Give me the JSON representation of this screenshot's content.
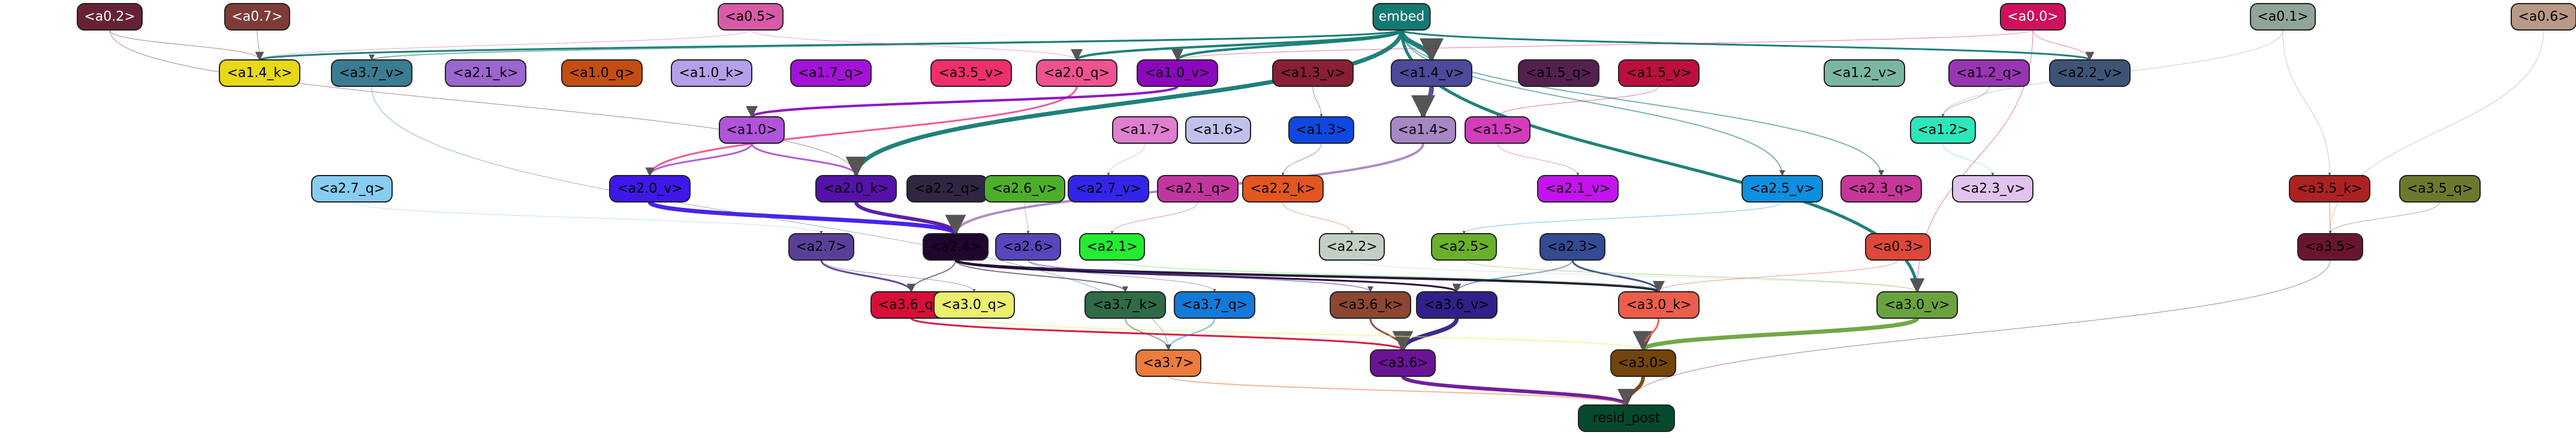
{
  "graph": {
    "nodes": [
      {
        "id": "embed",
        "label": "embed",
        "color": "#137a73",
        "text": "#ffffff"
      },
      {
        "id": "a0.2",
        "label": "<a0.2>",
        "color": "#662235",
        "text": "#ffffff"
      },
      {
        "id": "a0.7",
        "label": "<a0.7>",
        "color": "#7e3c38",
        "text": "#ffffff"
      },
      {
        "id": "a0.5",
        "label": "<a0.5>",
        "color": "#d95aa7",
        "text": "#000000"
      },
      {
        "id": "a0.0",
        "label": "<a0.0>",
        "color": "#d0105e",
        "text": "#ffffff"
      },
      {
        "id": "a0.1",
        "label": "<a0.1>",
        "color": "#8fa59a",
        "text": "#000000"
      },
      {
        "id": "a0.6",
        "label": "<a0.6>",
        "color": "#b99985",
        "text": "#000000"
      },
      {
        "id": "a1.4_k",
        "label": "<a1.4_k>",
        "color": "#e7d918",
        "text": "#000000"
      },
      {
        "id": "a3.7_v",
        "label": "<a3.7_v>",
        "color": "#3a7c91",
        "text": "#000000"
      },
      {
        "id": "a2.1_k",
        "label": "<a2.1_k>",
        "color": "#9b66ce",
        "text": "#000000"
      },
      {
        "id": "a1.0_q",
        "label": "<a1.0_q>",
        "color": "#c44e12",
        "text": "#000000"
      },
      {
        "id": "a1.0_k",
        "label": "<a1.0_k>",
        "color": "#b3a0e9",
        "text": "#000000"
      },
      {
        "id": "a1.7_q",
        "label": "<a1.7_q>",
        "color": "#a512d7",
        "text": "#000000"
      },
      {
        "id": "a3.5_v",
        "label": "<a3.5_v>",
        "color": "#ef2e6c",
        "text": "#000000"
      },
      {
        "id": "a2.0_q",
        "label": "<a2.0_q>",
        "color": "#ef5291",
        "text": "#000000"
      },
      {
        "id": "a1.0_v",
        "label": "<a1.0_v>",
        "color": "#8c08bc",
        "text": "#000000"
      },
      {
        "id": "a1.3_v",
        "label": "<a1.3_v>",
        "color": "#881f34",
        "text": "#000000"
      },
      {
        "id": "a1.4_v",
        "label": "<a1.4_v>",
        "color": "#4c4a9a",
        "text": "#000000"
      },
      {
        "id": "a1.5_q",
        "label": "<a1.5_q>",
        "color": "#53204f",
        "text": "#000000"
      },
      {
        "id": "a1.5_v",
        "label": "<a1.5_v>",
        "color": "#bc0f3e",
        "text": "#000000"
      },
      {
        "id": "a1.2_v",
        "label": "<a1.2_v>",
        "color": "#7ab7a2",
        "text": "#000000"
      },
      {
        "id": "a1.2_q",
        "label": "<a1.2_q>",
        "color": "#9935b3",
        "text": "#000000"
      },
      {
        "id": "a2.2_v",
        "label": "<a2.2_v>",
        "color": "#3d5476",
        "text": "#000000"
      },
      {
        "id": "a1.0",
        "label": "<a1.0>",
        "color": "#b054d9",
        "text": "#000000"
      },
      {
        "id": "a1.7",
        "label": "<a1.7>",
        "color": "#e07ed0",
        "text": "#000000"
      },
      {
        "id": "a1.6",
        "label": "<a1.6>",
        "color": "#c1c1ed",
        "text": "#000000"
      },
      {
        "id": "a1.3",
        "label": "<a1.3>",
        "color": "#0e48e0",
        "text": "#000000"
      },
      {
        "id": "a1.4",
        "label": "<a1.4>",
        "color": "#a687c3",
        "text": "#000000"
      },
      {
        "id": "a1.5",
        "label": "<a1.5>",
        "color": "#d33cbb",
        "text": "#000000"
      },
      {
        "id": "a1.2",
        "label": "<a1.2>",
        "color": "#2de6ba",
        "text": "#000000"
      },
      {
        "id": "a2.7_q",
        "label": "<a2.7_q>",
        "color": "#87cdf2",
        "text": "#000000"
      },
      {
        "id": "a2.0_v",
        "label": "<a2.0_v>",
        "color": "#3e17ea",
        "text": "#000000"
      },
      {
        "id": "a2.0_k",
        "label": "<a2.0_k>",
        "color": "#5512a9",
        "text": "#000000"
      },
      {
        "id": "a3.2_q",
        "label": "<a2.2_q>",
        "color": "#2f2643",
        "text": "#000000"
      },
      {
        "id": "a2.6_v",
        "label": "<a2.6_v>",
        "color": "#4dae2b",
        "text": "#000000"
      },
      {
        "id": "a2.7_v",
        "label": "<a2.7_v>",
        "color": "#3324ea",
        "text": "#000000"
      },
      {
        "id": "a2.1_q",
        "label": "<a2.1_q>",
        "color": "#c2359f",
        "text": "#000000"
      },
      {
        "id": "a2.2_k",
        "label": "<a2.2_k>",
        "color": "#e35620",
        "text": "#000000"
      },
      {
        "id": "a2.1_v",
        "label": "<a2.1_v>",
        "color": "#c413ef",
        "text": "#000000"
      },
      {
        "id": "a2.5_v",
        "label": "<a2.5_v>",
        "color": "#0f8fe0",
        "text": "#000000"
      },
      {
        "id": "a2.3_q",
        "label": "<a2.3_q>",
        "color": "#c63799",
        "text": "#000000"
      },
      {
        "id": "a2.3_v",
        "label": "<a2.3_v>",
        "color": "#e1c4ee",
        "text": "#000000"
      },
      {
        "id": "a3.5_k",
        "label": "<a3.5_k>",
        "color": "#ac2221",
        "text": "#000000"
      },
      {
        "id": "a3.5_q",
        "label": "<a3.5_q>",
        "color": "#6e782d",
        "text": "#000000"
      },
      {
        "id": "a2.7",
        "label": "<a2.7>",
        "color": "#5a3f98",
        "text": "#000000"
      },
      {
        "id": "a2.4",
        "label": "<a2.4>",
        "color": "#1f062f",
        "text": "#000000"
      },
      {
        "id": "a2.6",
        "label": "<a2.6>",
        "color": "#5746bc",
        "text": "#000000"
      },
      {
        "id": "a2.1",
        "label": "<a2.1>",
        "color": "#23ec32",
        "text": "#000000"
      },
      {
        "id": "a2.2",
        "label": "<a2.2>",
        "color": "#c2d0c4",
        "text": "#000000"
      },
      {
        "id": "a2.5",
        "label": "<a2.5>",
        "color": "#6ab02b",
        "text": "#000000"
      },
      {
        "id": "a2.3",
        "label": "<a2.3>",
        "color": "#324b92",
        "text": "#000000"
      },
      {
        "id": "a0.3",
        "label": "<a0.3>",
        "color": "#df4739",
        "text": "#000000"
      },
      {
        "id": "a3.5",
        "label": "<a3.5>",
        "color": "#6a1530",
        "text": "#000000"
      },
      {
        "id": "a3.6_q",
        "label": "<a3.6_q>",
        "color": "#d80f38",
        "text": "#000000"
      },
      {
        "id": "a3.0_q",
        "label": "<a3.0_q>",
        "color": "#ecee6f",
        "text": "#000000"
      },
      {
        "id": "a3.7_k",
        "label": "<a3.7_k>",
        "color": "#2f6b47",
        "text": "#000000"
      },
      {
        "id": "a3.7_q",
        "label": "<a3.7_q>",
        "color": "#1479d8",
        "text": "#000000"
      },
      {
        "id": "a3.6_k",
        "label": "<a3.6_k>",
        "color": "#8c4631",
        "text": "#000000"
      },
      {
        "id": "a3.6_v",
        "label": "<a3.6_v>",
        "color": "#30208a",
        "text": "#000000"
      },
      {
        "id": "a3.0_k",
        "label": "<a3.0_k>",
        "color": "#ec5d4b",
        "text": "#000000"
      },
      {
        "id": "a3.0_v",
        "label": "<a3.0_v>",
        "color": "#6aa33e",
        "text": "#000000"
      },
      {
        "id": "a3.7",
        "label": "<a3.7>",
        "color": "#ec7b3c",
        "text": "#000000"
      },
      {
        "id": "a3.6",
        "label": "<a3.6>",
        "color": "#6a1397",
        "text": "#000000"
      },
      {
        "id": "a3.0",
        "label": "<a3.0>",
        "color": "#74440b",
        "text": "#000000"
      },
      {
        "id": "resid_post",
        "label": "resid_post",
        "color": "#054a2d",
        "text": "#000000"
      }
    ],
    "edges": [
      {
        "from": "embed",
        "to": "a1.4_v",
        "color": "#137a73",
        "weight": 8
      },
      {
        "from": "embed",
        "to": "a2.0_k",
        "color": "#137a73",
        "weight": 7
      },
      {
        "from": "embed",
        "to": "a3.0_v",
        "color": "#137a73",
        "weight": 5
      },
      {
        "from": "embed",
        "to": "a1.0_v",
        "color": "#137a73",
        "weight": 4
      },
      {
        "from": "embed",
        "to": "a2.0_q",
        "color": "#137a73",
        "weight": 4
      },
      {
        "from": "embed",
        "to": "a1.4_k",
        "color": "#137a73",
        "weight": 3
      },
      {
        "from": "embed",
        "to": "a2.2_v",
        "color": "#137a73",
        "weight": 3
      },
      {
        "from": "embed",
        "to": "a2.3_q",
        "color": "#137a73",
        "weight": 2
      },
      {
        "from": "embed",
        "to": "a2.5_v",
        "color": "#137a73",
        "weight": 2
      },
      {
        "from": "embed",
        "to": "a3.7_v",
        "color": "#137a73",
        "weight": 2
      },
      {
        "from": "a1.4_v",
        "to": "a1.4",
        "color": "#4c4a9a",
        "weight": 8
      },
      {
        "from": "a1.4",
        "to": "a2.4",
        "color": "#a687c3",
        "weight": 4
      },
      {
        "from": "a2.0_q",
        "to": "a2.0_v",
        "color": "#ef5291",
        "weight": 3
      },
      {
        "from": "a1.0_v",
        "to": "a1.0",
        "color": "#8c08bc",
        "weight": 4
      },
      {
        "from": "a2.0_v",
        "to": "a2.4",
        "color": "#3e17ea",
        "weight": 7
      },
      {
        "from": "a2.0_k",
        "to": "a2.4",
        "color": "#5512a9",
        "weight": 6
      },
      {
        "from": "a1.0",
        "to": "a2.0_v",
        "color": "#b054d9",
        "weight": 3
      },
      {
        "from": "a1.0",
        "to": "a2.0_k",
        "color": "#b054d9",
        "weight": 3
      },
      {
        "from": "a2.4",
        "to": "a3.6_v",
        "color": "#1f062f",
        "weight": 3
      },
      {
        "from": "a2.4",
        "to": "a3.0_k",
        "color": "#1f062f",
        "weight": 4
      },
      {
        "from": "a2.4",
        "to": "a3.6_q",
        "color": "#1f062f",
        "weight": 2
      },
      {
        "from": "a2.4",
        "to": "a3.7_k",
        "color": "#1f062f",
        "weight": 2
      },
      {
        "from": "a2.3",
        "to": "a3.0_k",
        "color": "#324b92",
        "weight": 3
      },
      {
        "from": "a2.3",
        "to": "a3.6_v",
        "color": "#324b92",
        "weight": 2
      },
      {
        "from": "a2.6",
        "to": "a3.6_k",
        "color": "#5746bc",
        "weight": 2
      },
      {
        "from": "a2.7",
        "to": "a3.6_q",
        "color": "#5a3f98",
        "weight": 3
      },
      {
        "from": "a3.6_v",
        "to": "a3.6",
        "color": "#30208a",
        "weight": 7
      },
      {
        "from": "a3.6_k",
        "to": "a3.6",
        "color": "#8c4631",
        "weight": 3
      },
      {
        "from": "a3.6_q",
        "to": "a3.6",
        "color": "#d80f38",
        "weight": 3
      },
      {
        "from": "a3.0_v",
        "to": "a3.0",
        "color": "#6aa33e",
        "weight": 7
      },
      {
        "from": "a3.0_k",
        "to": "a3.0",
        "color": "#ec5d4b",
        "weight": 3
      },
      {
        "from": "a3.0_q",
        "to": "a3.0",
        "color": "#ecee6f",
        "weight": 2
      },
      {
        "from": "a3.7_q",
        "to": "a3.7",
        "color": "#1479d8",
        "weight": 2
      },
      {
        "from": "a3.7_k",
        "to": "a3.7",
        "color": "#2f6b47",
        "weight": 2
      },
      {
        "from": "a3.6",
        "to": "resid_post",
        "color": "#6a1397",
        "weight": 6
      },
      {
        "from": "a3.0",
        "to": "resid_post",
        "color": "#74440b",
        "weight": 6
      },
      {
        "from": "a3.7",
        "to": "resid_post",
        "color": "#ec7b3c",
        "weight": 2
      },
      {
        "from": "a3.5",
        "to": "resid_post",
        "color": "#6a1530",
        "weight": 1
      },
      {
        "from": "a0.0",
        "to": "a1.0_v",
        "color": "#d0105e",
        "weight": 1
      },
      {
        "from": "a0.0",
        "to": "a2.2_v",
        "color": "#d0105e",
        "weight": 1
      },
      {
        "from": "a0.0",
        "to": "a3.0_v",
        "color": "#d0105e",
        "weight": 1
      },
      {
        "from": "a0.1",
        "to": "a1.2",
        "color": "#8fa59a",
        "weight": 1
      },
      {
        "from": "a0.1",
        "to": "a3.5_k",
        "color": "#8fa59a",
        "weight": 1
      },
      {
        "from": "a0.2",
        "to": "a1.4_k",
        "color": "#662235",
        "weight": 1
      },
      {
        "from": "a0.2",
        "to": "a2.0_k",
        "color": "#662235",
        "weight": 1
      },
      {
        "from": "a0.5",
        "to": "a2.0_q",
        "color": "#d95aa7",
        "weight": 1
      },
      {
        "from": "a0.5",
        "to": "a1.4_k",
        "color": "#d95aa7",
        "weight": 1
      },
      {
        "from": "a0.7",
        "to": "a1.4_k",
        "color": "#7e3c38",
        "weight": 1
      },
      {
        "from": "a0.6",
        "to": "a3.5",
        "color": "#b99985",
        "weight": 1
      },
      {
        "from": "a1.3_v",
        "to": "a1.3",
        "color": "#881f34",
        "weight": 1
      },
      {
        "from": "a1.5_v",
        "to": "a1.5",
        "color": "#bc0f3e",
        "weight": 1
      },
      {
        "from": "a1.2_q",
        "to": "a1.2",
        "color": "#9935b3",
        "weight": 1
      },
      {
        "from": "a1.3",
        "to": "a2.2_k",
        "color": "#0e48e0",
        "weight": 1
      },
      {
        "from": "a1.5",
        "to": "a2.1_v",
        "color": "#d33cbb",
        "weight": 1
      },
      {
        "from": "a1.7",
        "to": "a2.7_v",
        "color": "#e07ed0",
        "weight": 1
      },
      {
        "from": "a1.2",
        "to": "a2.3_v",
        "color": "#2de6ba",
        "weight": 1
      },
      {
        "from": "a2.2_k",
        "to": "a2.2",
        "color": "#e35620",
        "weight": 1
      },
      {
        "from": "a2.1_q",
        "to": "a2.1",
        "color": "#c2359f",
        "weight": 1
      },
      {
        "from": "a2.6_v",
        "to": "a2.6",
        "color": "#4dae2b",
        "weight": 1
      },
      {
        "from": "a2.5_v",
        "to": "a2.5",
        "color": "#0f8fe0",
        "weight": 1
      },
      {
        "from": "a2.1",
        "to": "a3.0_k",
        "color": "#23ec32",
        "weight": 1
      },
      {
        "from": "a2.2",
        "to": "a3.0_v",
        "color": "#c2d0c4",
        "weight": 1
      },
      {
        "from": "a2.5",
        "to": "a3.0_v",
        "color": "#6ab02b",
        "weight": 1
      },
      {
        "from": "a0.3",
        "to": "a3.0_k",
        "color": "#df4739",
        "weight": 1
      },
      {
        "from": "a3.5_k",
        "to": "a3.5",
        "color": "#ac2221",
        "weight": 1
      },
      {
        "from": "a3.5_q",
        "to": "a3.5",
        "color": "#6e782d",
        "weight": 1
      },
      {
        "from": "a2.7_q",
        "to": "a2.7",
        "color": "#87cdf2",
        "weight": 1
      },
      {
        "from": "a3.7_v",
        "to": "a3.7",
        "color": "#3a7c91",
        "weight": 1
      },
      {
        "from": "a2.6",
        "to": "a3.7_q",
        "color": "#5746bc",
        "weight": 1
      },
      {
        "from": "a2.7",
        "to": "a3.0_q",
        "color": "#5a3f98",
        "weight": 1
      }
    ]
  }
}
